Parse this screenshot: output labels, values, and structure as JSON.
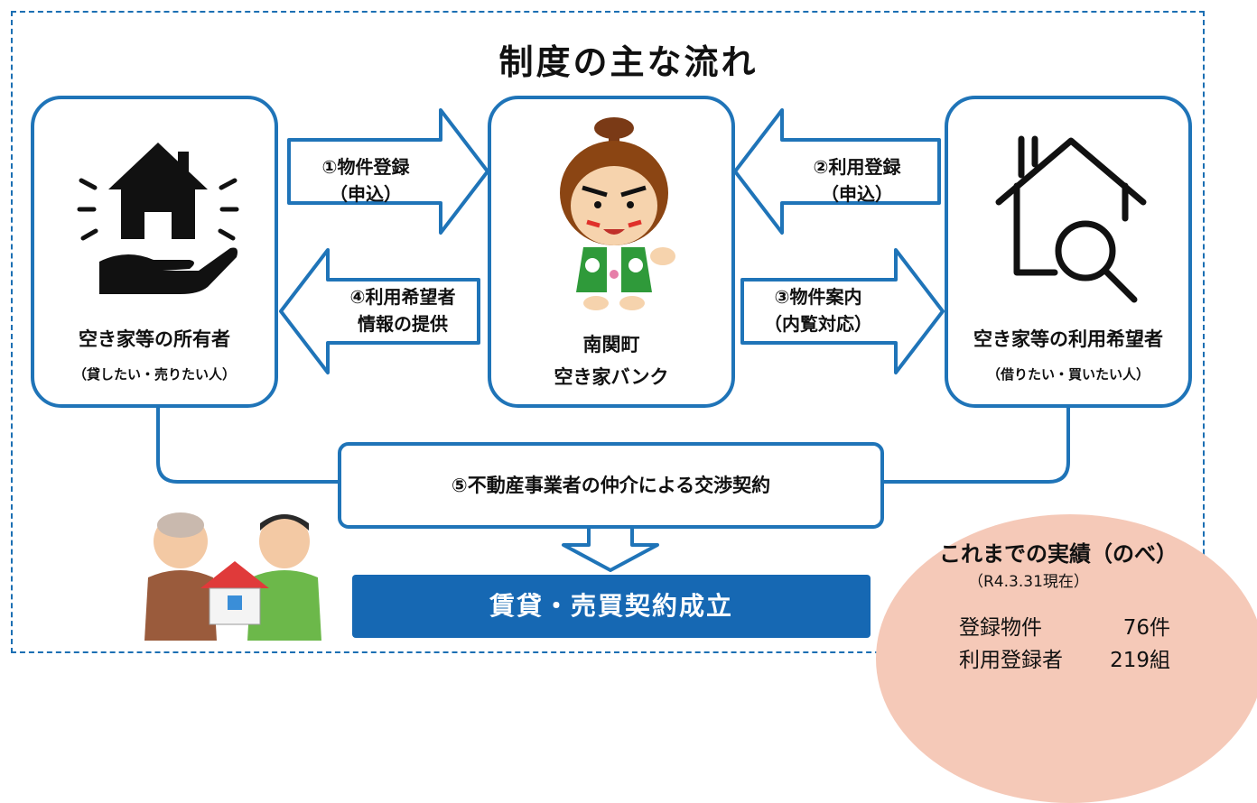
{
  "title": "制度の主な流れ",
  "owner": {
    "label": "空き家等の所有者",
    "sub": "（貸したい・売りたい人）"
  },
  "bank": {
    "line1": "南関町",
    "line2": "空き家バンク"
  },
  "user": {
    "label": "空き家等の利用希望者",
    "sub": "（借りたい・買いたい人）"
  },
  "arrows": {
    "a1": {
      "line1": "①物件登録",
      "line2": "（申込）"
    },
    "a2": {
      "line1": "②利用登録",
      "line2": "（申込）"
    },
    "a3": {
      "line1": "③物件案内",
      "line2": "（内覧対応）"
    },
    "a4": {
      "line1": "④利用希望者",
      "line2": "情報の提供"
    }
  },
  "negotiation": "⑤不動産事業者の仲介による交渉契約",
  "result": "賃貸・売買契約成立",
  "stats": {
    "title": "これまでの実績（のべ）",
    "date": "（R4.3.31現在）",
    "rows": [
      {
        "label": "登録物件",
        "value": "76件"
      },
      {
        "label": "利用登録者",
        "value": "219組"
      }
    ]
  },
  "colors": {
    "blue": "#1f74b8",
    "dark_blue": "#1668b3",
    "salmon": "#f5c9b8",
    "mascot_green": "#2f9a3a"
  },
  "icons": [
    "house-in-hand-icon",
    "house-search-icon",
    "mascot-character",
    "handover-illustration"
  ]
}
